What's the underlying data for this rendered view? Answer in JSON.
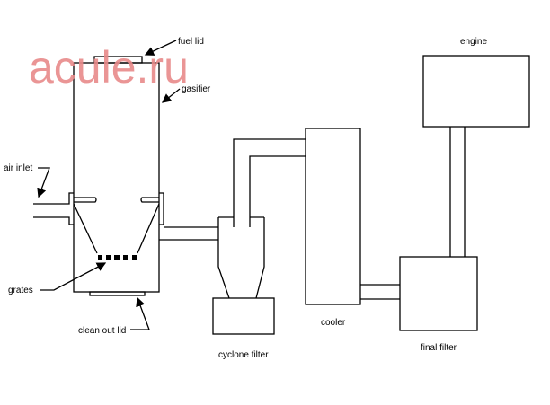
{
  "watermark": "acule.ru",
  "labels": {
    "fuel_lid": "fuel lid",
    "gasifier": "gasifier",
    "air_inlet": "air inlet",
    "grates": "grates",
    "clean_out_lid": "clean out lid",
    "cyclone_filter": "cyclone filter",
    "cooler": "cooler",
    "final_filter": "final filter",
    "engine": "engine"
  },
  "colors": {
    "watermark": "#e88a8a",
    "lines": "#000000"
  }
}
